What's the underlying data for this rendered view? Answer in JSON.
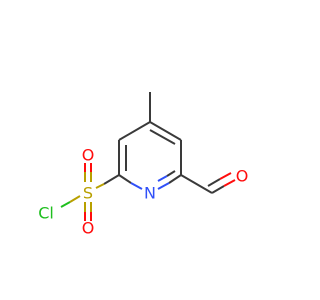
{
  "molecule": {
    "atoms": [
      {
        "symbol": "N",
        "color": "#3050f8"
      },
      {
        "symbol": "O",
        "color": "#ff0d0d"
      },
      {
        "symbol": "S",
        "color": "#b8a000"
      },
      {
        "symbol": "O",
        "color": "#ff0d0d"
      },
      {
        "symbol": "O",
        "color": "#ff0d0d"
      },
      {
        "symbol": "Cl",
        "color": "#1fbf1f"
      }
    ],
    "colors": {
      "carbon_bond": "#3a3a3a",
      "nitrogen": "#3050f8",
      "oxygen": "#ff0d0d",
      "sulfur": "#b8a000",
      "chlorine": "#1fbf1f"
    }
  }
}
